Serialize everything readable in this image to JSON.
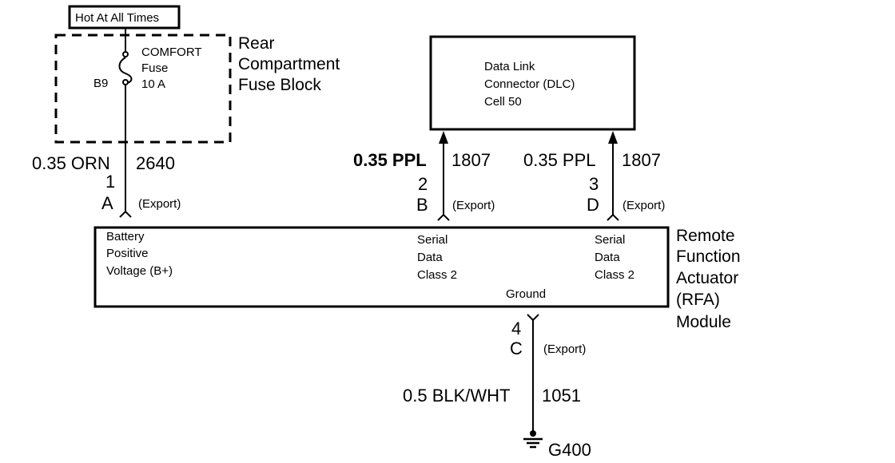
{
  "top_label": "Hot At All Times",
  "fuse_block": {
    "title_lines": [
      "Rear",
      "Compartment",
      "Fuse Block"
    ],
    "fuse_lines": [
      "COMFORT",
      "Fuse",
      "10 A"
    ],
    "fuse_terminal": "B9"
  },
  "dlc": {
    "lines": [
      "Data Link",
      "Connector (DLC)",
      "Cell 50"
    ]
  },
  "wires": [
    {
      "gauge_color": "0.35 ORN",
      "circuit": "2640",
      "pin": "1",
      "cavity": "A",
      "note": "(Export)"
    },
    {
      "gauge_color": "0.35 PPL",
      "circuit": "1807",
      "pin": "2",
      "cavity": "B",
      "note": "(Export)"
    },
    {
      "gauge_color": "0.35 PPL",
      "circuit": "1807",
      "pin": "3",
      "cavity": "D",
      "note": "(Export)"
    },
    {
      "gauge_color": "0.5 BLK/WHT",
      "circuit": "1051",
      "pin": "4",
      "cavity": "C",
      "note": "(Export)"
    }
  ],
  "module": {
    "title_lines": [
      "Remote",
      "Function",
      "Actuator",
      "(RFA)",
      "Module"
    ],
    "b_plus_lines": [
      "Battery",
      "Positive",
      "Voltage (B+)"
    ],
    "serial1_lines": [
      "Serial",
      "Data",
      "Class 2"
    ],
    "serial2_lines": [
      "Serial",
      "Data",
      "Class 2"
    ],
    "ground_label": "Ground"
  },
  "ground_ref": "G400"
}
